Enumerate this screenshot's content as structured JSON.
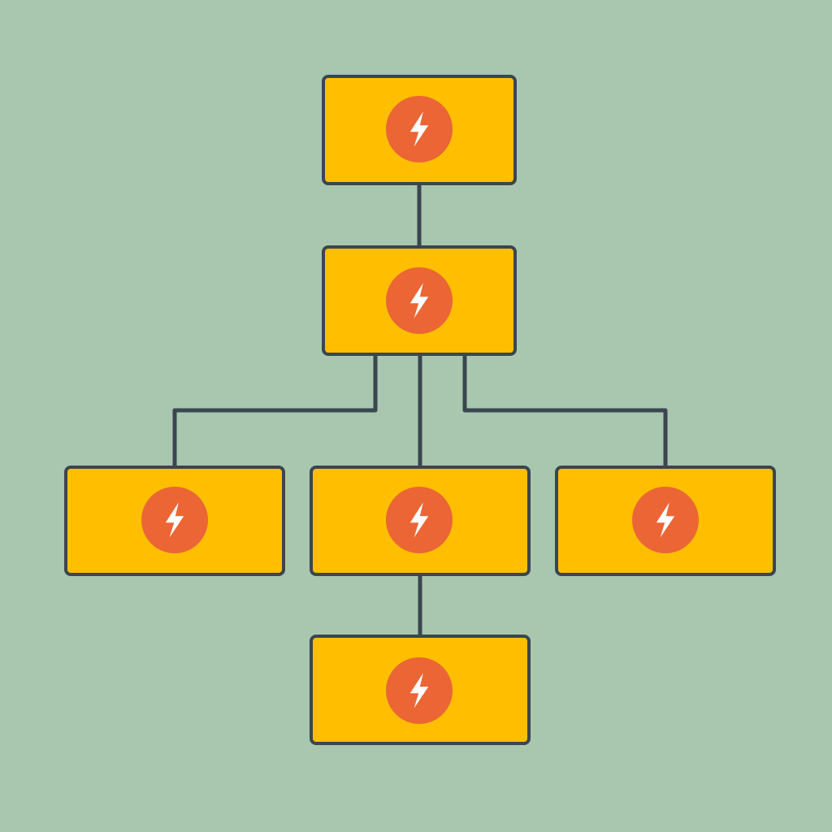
{
  "diagram": {
    "nodes": [
      {
        "id": "root",
        "icon": "lightning-bolt-icon"
      },
      {
        "id": "mid",
        "icon": "lightning-bolt-icon"
      },
      {
        "id": "left",
        "icon": "lightning-bolt-icon"
      },
      {
        "id": "center",
        "icon": "lightning-bolt-icon"
      },
      {
        "id": "right",
        "icon": "lightning-bolt-icon"
      },
      {
        "id": "bottom",
        "icon": "lightning-bolt-icon"
      }
    ],
    "edges": [
      {
        "from": "root",
        "to": "mid"
      },
      {
        "from": "mid",
        "to": "left"
      },
      {
        "from": "mid",
        "to": "center"
      },
      {
        "from": "mid",
        "to": "right"
      },
      {
        "from": "center",
        "to": "bottom"
      }
    ]
  },
  "colors": {
    "background": "#a9c7af",
    "node_fill": "#ffbf00",
    "outline": "#3a4650",
    "icon_circle": "#ec6535",
    "bolt": "#ffffff"
  }
}
